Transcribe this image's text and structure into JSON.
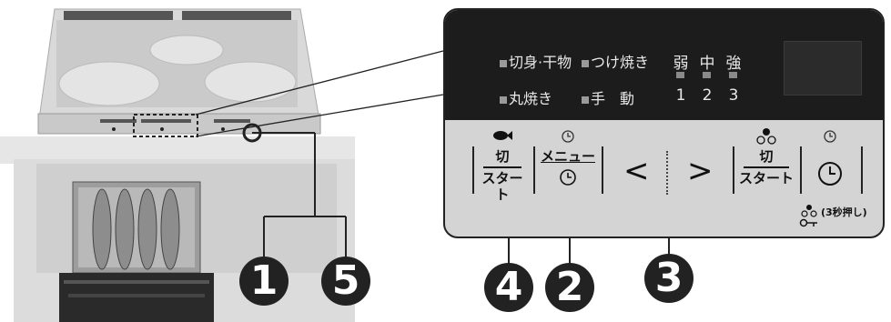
{
  "display": {
    "mode_row1_a": "切身·干物",
    "mode_row1_b": "つけ焼き",
    "mode_row2_a": "丸焼き",
    "mode_row2_b": "手　動",
    "level_weak": "弱",
    "level_mid": "中",
    "level_strong": "強",
    "level_1": "1",
    "level_2": "2",
    "level_3": "3"
  },
  "buttons": {
    "start_stop_top": "切",
    "start_stop_bottom": "スタート",
    "menu_top": "メニュー",
    "left_arrow": "<",
    "right_arrow": ">",
    "main_start_top": "切",
    "main_start_bottom": "スタート",
    "lock_label": "(3秒押し)"
  },
  "callouts": [
    "1",
    "5",
    "4",
    "2",
    "3"
  ],
  "colors": {
    "display_bg": "#1c1c1c",
    "panel_bg": "#d4d4d4",
    "callout_bg": "#222222"
  }
}
